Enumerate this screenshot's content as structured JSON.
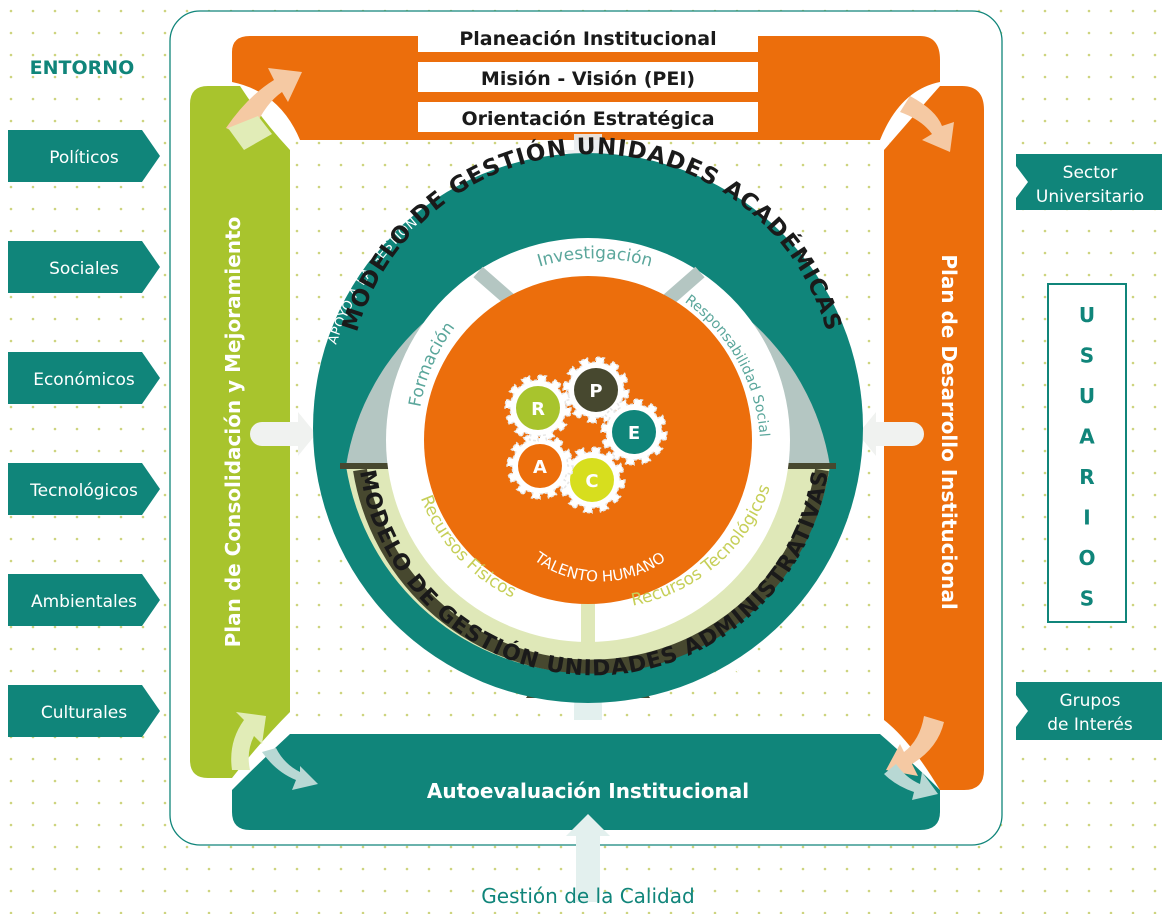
{
  "colors": {
    "teal": "#10857a",
    "teal_light": "#5aa69b",
    "orange": "#ec6e0c",
    "green": "#a8c42d",
    "grey": "#b4c6c2",
    "pale_green": "#dfe8b8",
    "dark": "#47482f",
    "dots": "#c9d07a"
  },
  "entorno": {
    "title": "ENTORNO",
    "items": [
      "Políticos",
      "Sociales",
      "Económicos",
      "Tecnológicos",
      "Ambientales",
      "Culturales"
    ]
  },
  "right_labels": {
    "sector": [
      "Sector",
      "Universitario"
    ],
    "grupos": [
      "Grupos",
      "de Interés"
    ],
    "usuarios": [
      "U",
      "S",
      "U",
      "A",
      "R",
      "I",
      "O",
      "S"
    ]
  },
  "top_bar": {
    "lines": [
      "Planeación Institucional",
      "Misión - Visión (PEI)",
      "Orientación Estratégica"
    ]
  },
  "left_bar": {
    "label": "Plan de Consolidación y Mejoramiento"
  },
  "right_bar": {
    "label": "Plan de Desarrollo Institucional"
  },
  "bottom_bar": {
    "label": "Autoevaluación Institucional"
  },
  "footer": {
    "label": "Gestión de la Calidad"
  },
  "circle": {
    "apoyo_top": "APOYO A LA GESTIÓN",
    "apoyo_bottom": "APOYO A LA GESTIÓN",
    "academic_title": "MODELO DE GESTIÓN UNIDADES ACADÉMICAS",
    "admin_title": "MODELO DE GESTIÓN UNIDADES ADMINISTRATIVAS",
    "investigacion": "Investigación",
    "formacion": "Formación",
    "responsabilidad": "Responsabilidad Social",
    "recursos_fisicos": "Recursos Físicos",
    "recursos_tecnologicos": "Recursos Tecnológicos",
    "talento": "TALENTO HUMANO"
  },
  "gears": [
    {
      "letter": "P",
      "color": "#47482f"
    },
    {
      "letter": "E",
      "color": "#10857a"
    },
    {
      "letter": "C",
      "color": "#d7de1e"
    },
    {
      "letter": "A",
      "color": "#ec6e0c"
    },
    {
      "letter": "R",
      "color": "#a8c42d"
    }
  ]
}
